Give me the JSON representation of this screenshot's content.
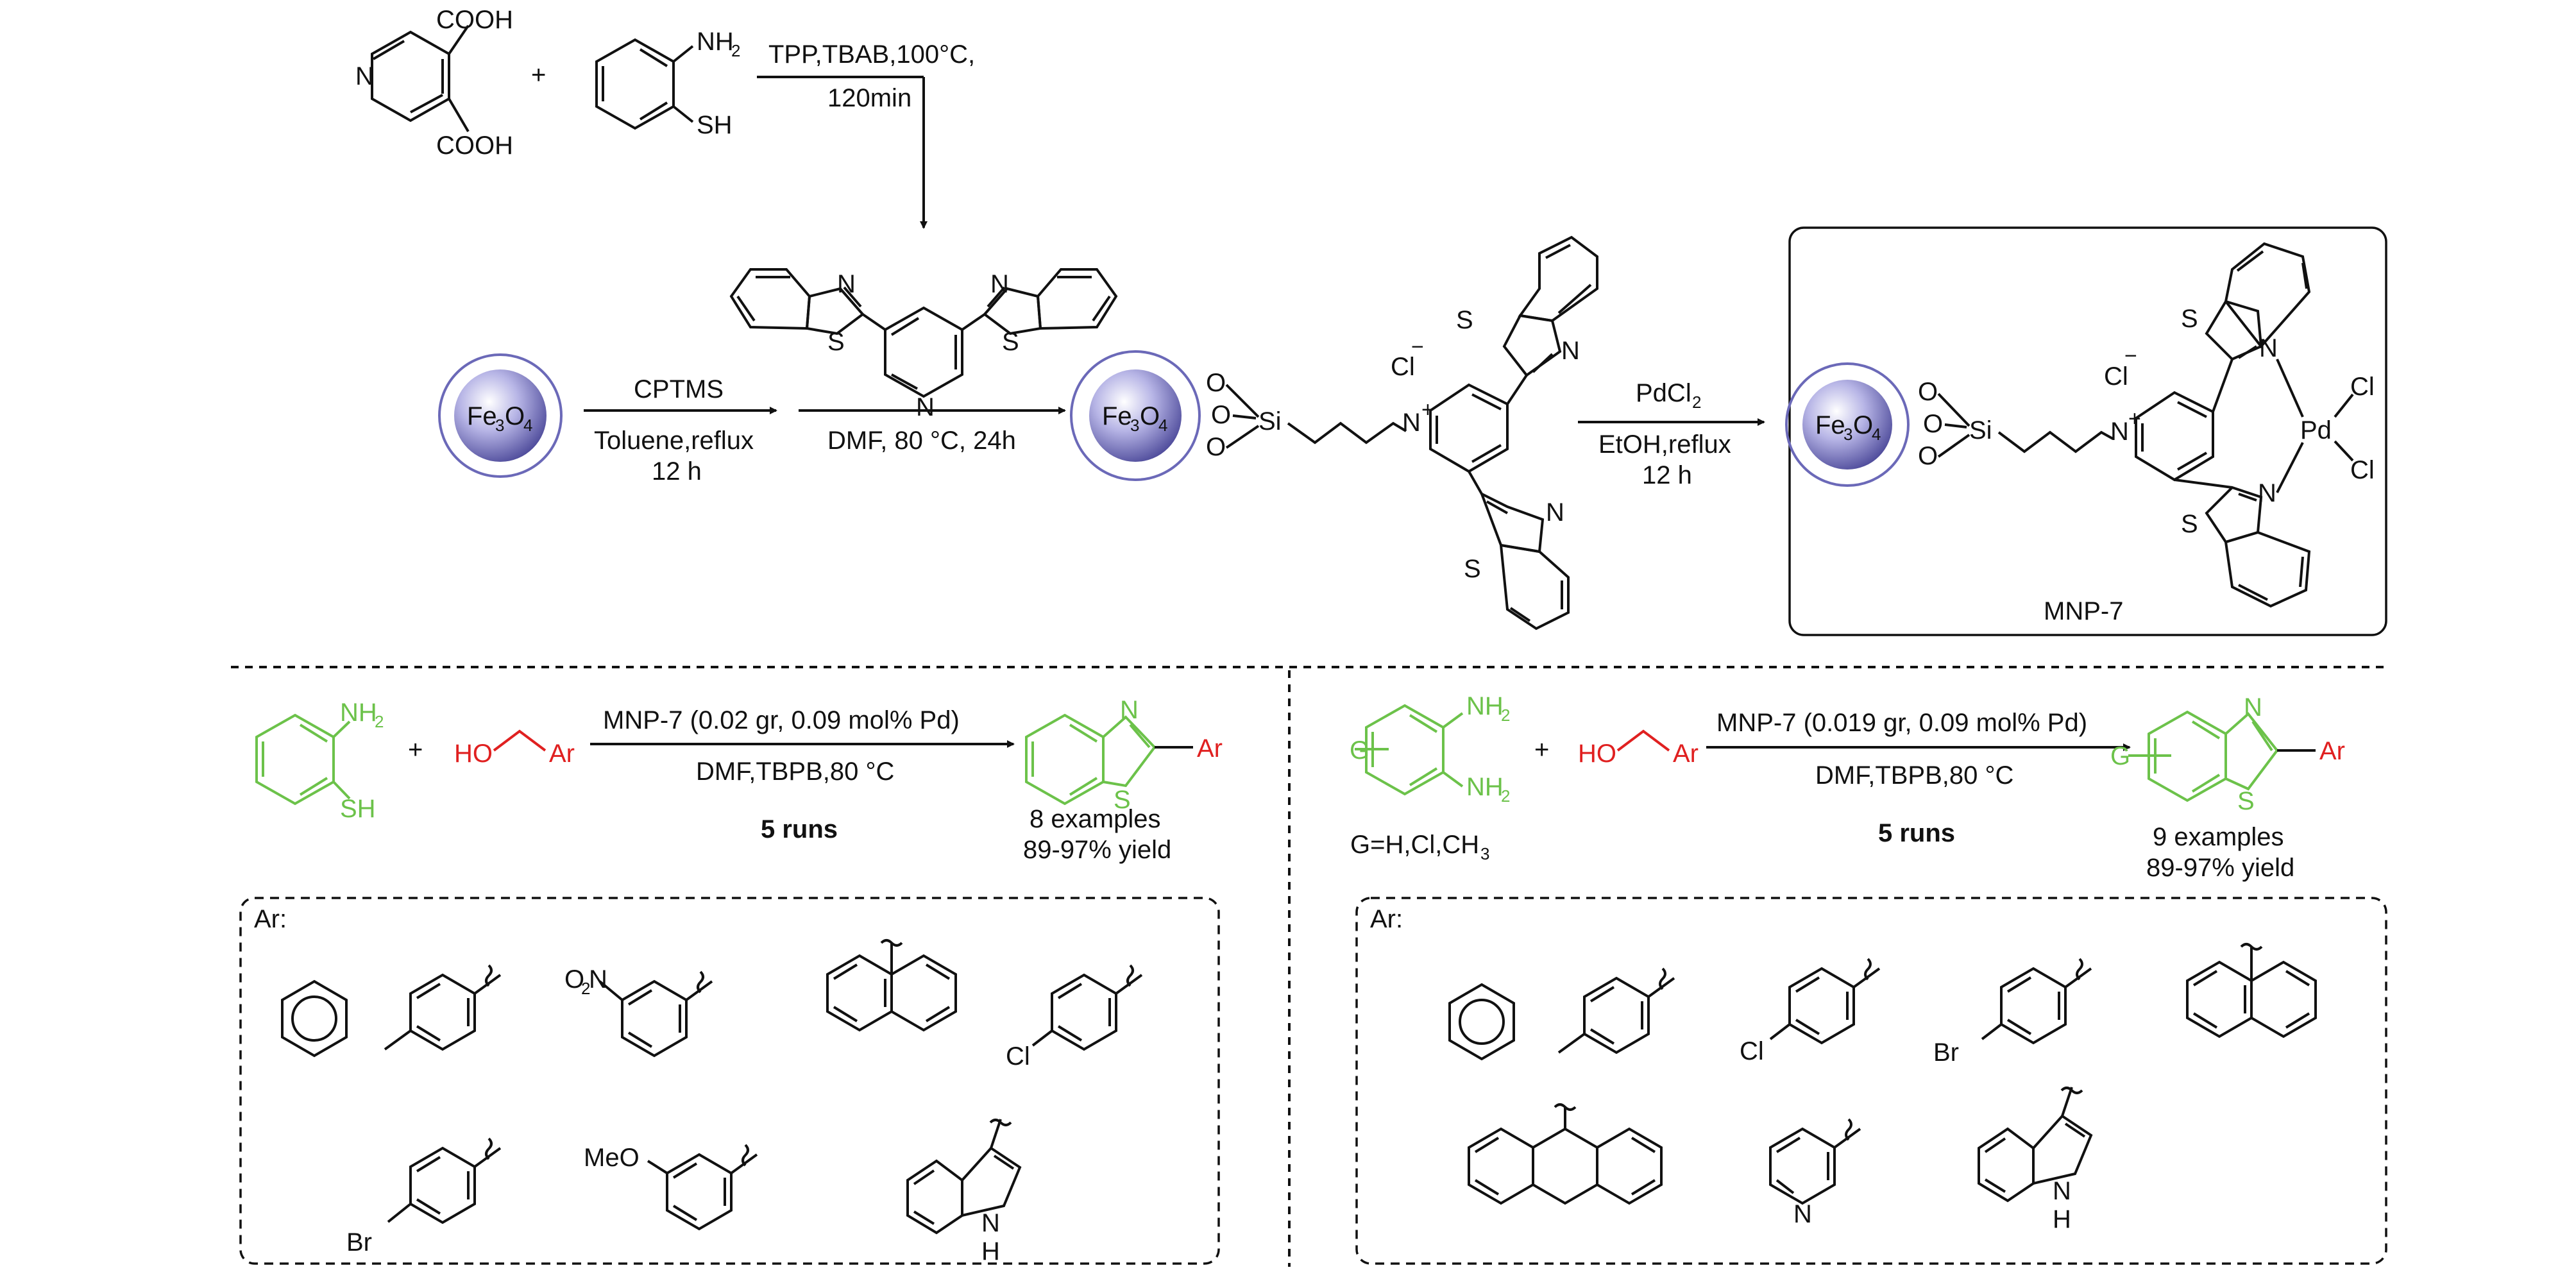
{
  "top": {
    "reactant1": {
      "cooh_top": "COOH",
      "cooh_bottom": "COOH",
      "n": "N"
    },
    "plus": "+",
    "reactant2": {
      "nh2": "NH",
      "nh2_sub": "2",
      "sh": "SH"
    },
    "step1": {
      "line1": "TPP,TBAB,100°C,",
      "line2": "120min"
    },
    "ligand": {
      "s1": "S",
      "n1": "N",
      "s2": "S",
      "n2": "N",
      "n_py": "N"
    },
    "fe3o4": {
      "fe": "Fe",
      "sub3": "3",
      "o": "O",
      "sub4": "4"
    },
    "step2": {
      "above": "CPTMS",
      "below1": "Toluene,reflux",
      "below2": "12 h"
    },
    "step3": {
      "below": "DMF, 80 °C, 24h"
    },
    "intermediate": {
      "cl": "Cl",
      "minus": "−",
      "o": "O",
      "si": "Si",
      "nplus": "N",
      "plus": "+",
      "s_top": "S",
      "n_top": "N",
      "s_bot": "S",
      "n_bot": "N"
    },
    "step4": {
      "above_a": "PdCl",
      "above_sub": "2",
      "below1": "EtOH,reflux",
      "below2": "12 h"
    },
    "catalyst": {
      "cl": "Cl",
      "minus": "−",
      "o": "O",
      "si": "Si",
      "nplus": "N",
      "plus": "+",
      "s_top": "S",
      "n_top": "N",
      "s_bot": "S",
      "n_bot": "N",
      "pd": "Pd",
      "cl1": "Cl",
      "cl2": "Cl",
      "label": "MNP-7"
    }
  },
  "left_reaction": {
    "nh2": "NH",
    "nh2_sub": "2",
    "sh": "SH",
    "plus": "+",
    "ho": "HO",
    "ar": "Ar",
    "cond_above": "MNP-7 (0.02 gr, 0.09 mol% Pd)",
    "cond_below": "DMF,TBPB,80 °C",
    "runs": "5  runs",
    "product": {
      "n": "N",
      "s": "S",
      "ar": "Ar"
    },
    "examples": "8 examples",
    "yield": "89-97% yield",
    "ar_label": "Ar:",
    "substituents": {
      "no2": "O",
      "no2_sub": "2",
      "no2_n": "N",
      "cl": "Cl",
      "br": "Br",
      "meo": "MeO",
      "indole_nh": "N",
      "indole_h": "H"
    }
  },
  "right_reaction": {
    "g": "G",
    "nh2a": "NH",
    "nh2a_sub": "2",
    "nh2b": "NH",
    "nh2b_sub": "2",
    "plus": "+",
    "ho": "HO",
    "ar": "Ar",
    "cond_above": "MNP-7 (0.019 gr, 0.09 mol% Pd)",
    "cond_below": "DMF,TBPB,80 °C",
    "runs": "5  runs",
    "g_def": "G=H,Cl,CH",
    "g_def_sub": "3",
    "product": {
      "g": "G",
      "n": "N",
      "s": "S",
      "ar": "Ar"
    },
    "examples": "9 examples",
    "yield": "89-97% yield",
    "ar_label": "Ar:",
    "substituents": {
      "cl": "Cl",
      "br": "Br",
      "pyr_n": "N",
      "indole_nh": "N",
      "indole_h": "H"
    }
  },
  "colors": {
    "reagent_green": "#6cc24a",
    "reagent_red": "#e02020",
    "sphere_core": "#7d7bc4"
  }
}
